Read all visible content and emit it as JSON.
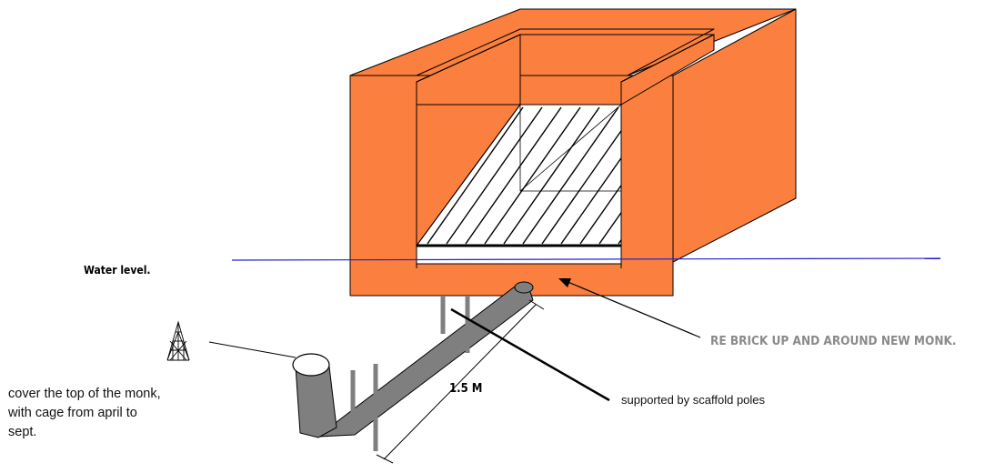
{
  "labels": {
    "water_level": "Water level.",
    "rebrick": "RE BRICK UP AND AROUND NEW MONK.",
    "length": "1.5 M",
    "scaffold": "supported by scaffold poles",
    "cover_line1": "cover the top of the monk,",
    "cover_line2": "with cage from april to",
    "cover_line3": "sept."
  },
  "colors": {
    "brick": "#fb7f3e",
    "pipe": "#7f7f7f",
    "water_line": "#2222cc",
    "outline": "#000000"
  },
  "icons": {
    "cage": "mesh-cage-icon"
  }
}
